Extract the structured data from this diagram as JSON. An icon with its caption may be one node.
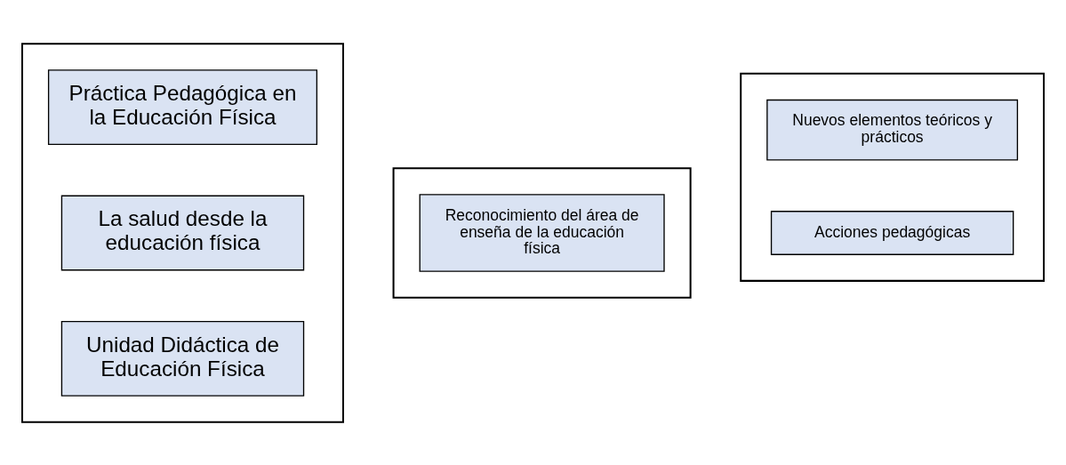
{
  "diagram": {
    "nodes": [
      {
        "text": [],
        "shape": "box"
      },
      {
        "text": [
          "Práctica Pedagógica en la Educación Física"
        ],
        "in": 0
      },
      {
        "text": [
          "La salud desde la educación física"
        ],
        "in": 0
      },
      {
        "text": [
          "Unidad Didáctica de Educación Física"
        ],
        "in": 0
      },
      {
        "text": [],
        "shape": "box"
      },
      {
        "text": [
          "Reconocimiento del área de enseña de la educación física"
        ],
        "in": 4
      },
      {
        "text": [],
        "shape": "box"
      },
      {
        "text": [
          "Nuevos elementos teóricos y prácticos"
        ],
        "in": 6
      },
      {
        "text": [
          "Acciones pedagógicas"
        ],
        "in": 6
      }
    ],
    "edges": []
  }
}
